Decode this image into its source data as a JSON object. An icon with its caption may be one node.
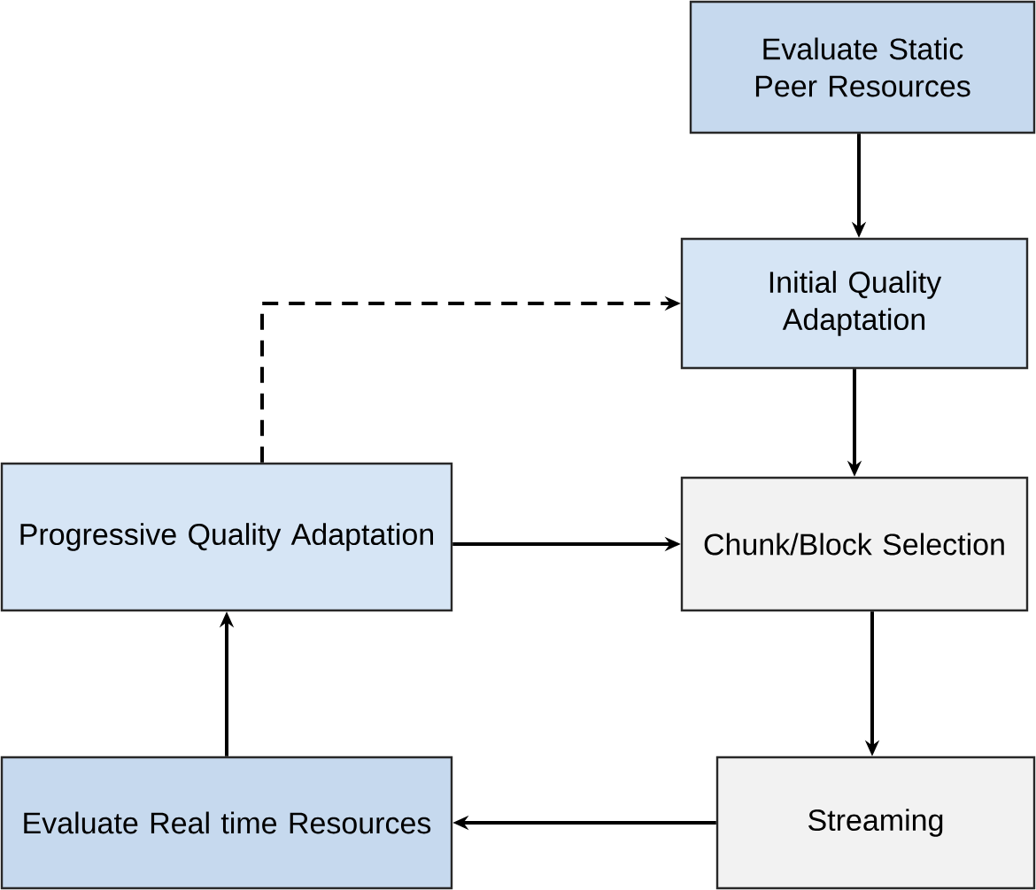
{
  "diagram": {
    "nodes": [
      {
        "text": [
          "Evaluate Static Peer Resources"
        ]
      },
      {
        "text": [
          "Initial Quality Adaptation"
        ]
      },
      {
        "text": [
          "Chunk/Block Selection"
        ]
      },
      {
        "text": [
          "Progressive Quality Adaptation"
        ]
      },
      {
        "text": [
          "Evaluate Real time Resources"
        ]
      },
      {
        "text": [
          "Streaming"
        ]
      }
    ],
    "edges": [
      {
        "from": 0,
        "to": 1,
        "arrow": "to"
      },
      {
        "from": 1,
        "to": 2,
        "arrow": "to"
      },
      {
        "from": 2,
        "to": 5,
        "arrow": "to"
      },
      {
        "from": 5,
        "to": 4,
        "arrow": "to"
      },
      {
        "from": 4,
        "to": 3,
        "arrow": "to"
      },
      {
        "from": 3,
        "to": 2,
        "arrow": "to"
      },
      {
        "from": 3,
        "to": 1,
        "arrow": "to",
        "style": "dashed"
      }
    ]
  }
}
